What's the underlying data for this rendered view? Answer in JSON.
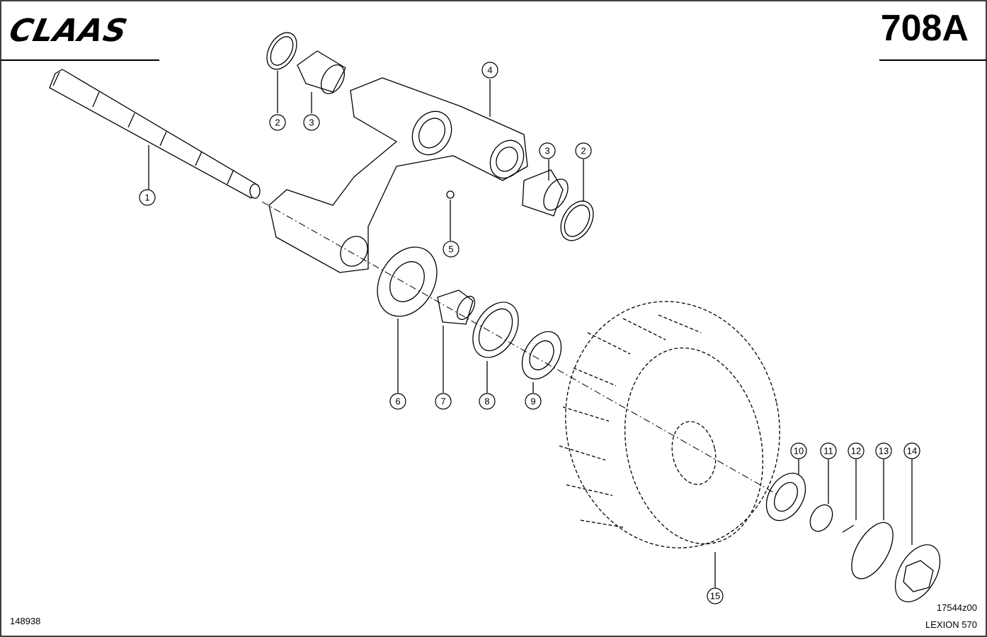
{
  "header": {
    "brand": "CLAAS",
    "page_code": "708A"
  },
  "footer": {
    "document_number": "148938",
    "drawing_number": "17544z00",
    "model": "LEXION 570"
  },
  "callouts": [
    "1",
    "2",
    "3",
    "4",
    "5",
    "2",
    "3",
    "6",
    "7",
    "8",
    "9",
    "10",
    "11",
    "12",
    "13",
    "14",
    "15"
  ]
}
